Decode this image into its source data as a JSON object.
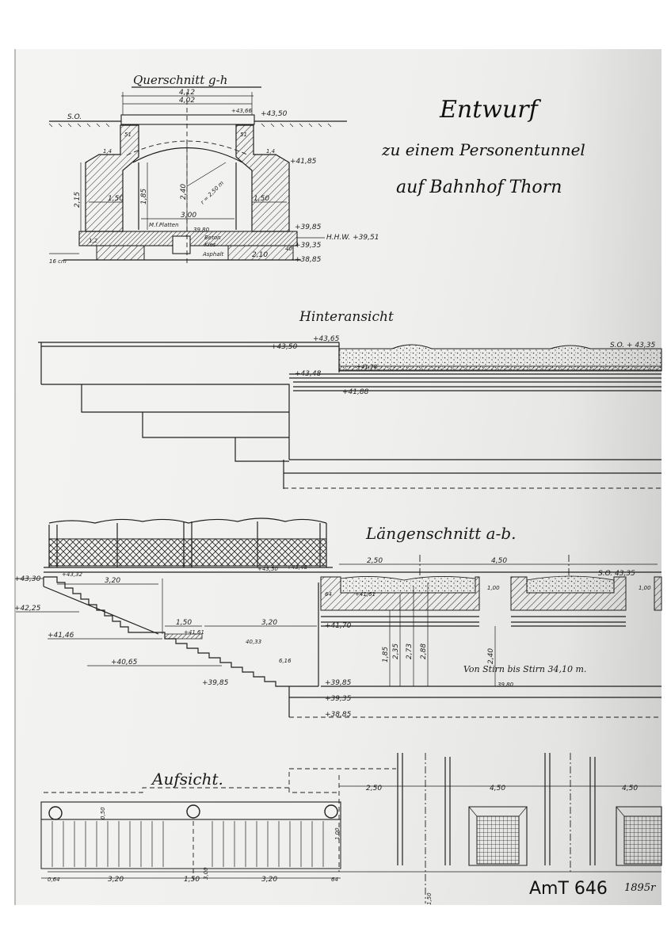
{
  "title": {
    "line1": "Entwurf",
    "line2": "zu einem Personentunnel",
    "line3": "auf Bahnhof Thorn"
  },
  "archive": {
    "number": "AmT 646",
    "year": "1895r"
  },
  "cross_section": {
    "heading": "Querschnitt g-h",
    "labels": {
      "so": "S.O.",
      "w_top1": "4,12",
      "w_top2": "4,02",
      "top_level": "+43,50",
      "left_top_level": "+43,66",
      "right_level": "+41,85",
      "left_small": "1,4",
      "right_small": "1,4",
      "left_51": "51",
      "right_51": "51",
      "h_left": "2,15",
      "wall_left": "1,50",
      "h_inner": "1,85",
      "h_center": "2,40",
      "radius": "r = 2,50 m",
      "wall_right": "1,50",
      "w_inner": "3,00",
      "platten": "M.f.Platten",
      "lvl_3980": "39,80",
      "beton": "Beton",
      "kies": "Kies",
      "asphalt": "Asphalt",
      "lvl_3985": "+39,85",
      "hhw": "H.H.W. +39,51",
      "lvl_3935": "+39,35",
      "base_210": "2,10",
      "lvl_3885": "+38,85",
      "ground": "16 cm",
      "base_12": "1,2",
      "base_40": "40"
    }
  },
  "rear_view": {
    "heading": "Hinteransicht",
    "labels": {
      "lvl_4350": "+43,50",
      "lvl_4365": "+43,65",
      "lvl_4178": "+41,78",
      "lvl_4348": "+43,48",
      "lvl_4188": "+41,88",
      "so": "S.O. + 43,35"
    }
  },
  "long_section": {
    "heading": "Längenschnitt a-b.",
    "labels": {
      "lvl_4330": "+43,30",
      "lvl_4332": "+43,32",
      "w_320a": "3,20",
      "lvl_4350": "+43,50",
      "lvl_4348": "+43,48",
      "lvl_4225": "+42,25",
      "w_150": "1,50",
      "lvl_4161": "+41,61",
      "w_320b": "3,20",
      "lvl_4146": "+41,46",
      "lvl_4065": "+40,65",
      "lvl_4033": "40,33",
      "lvl_3985a": "+39,85",
      "lvl_3985b": "+39,85",
      "lvl_3935": "+39,35",
      "lvl_3885": "+38,85",
      "lvl_4170": "+41,70",
      "lvl_4161b": "+41,61",
      "span_250": "2,50",
      "span_450": "4,50",
      "so": "S.O. 43,35",
      "w_100a": "1,00",
      "w_100b": "1,00",
      "h_185": "1,85",
      "h_235": "2,35",
      "h_273": "2,73",
      "h_288": "2,88",
      "h_240": "2,40",
      "lvl_3980": "39,80",
      "note": "Von Stirn bis Stirn 34,10 m.",
      "small_616": "6,16",
      "small_64": "64"
    }
  },
  "plan_view": {
    "heading": "Aufsicht.",
    "labels": {
      "span_250": "2,50",
      "span_450a": "4,50",
      "span_450b": "4,50",
      "d_064": "0,64",
      "w_320a": "3,20",
      "w_150": "1,50",
      "w_320b": "3,20",
      "d_64": "64",
      "h_300": "3,00",
      "h_100": "1,00",
      "v_150": "1,50",
      "v_050": "0,50"
    }
  }
}
